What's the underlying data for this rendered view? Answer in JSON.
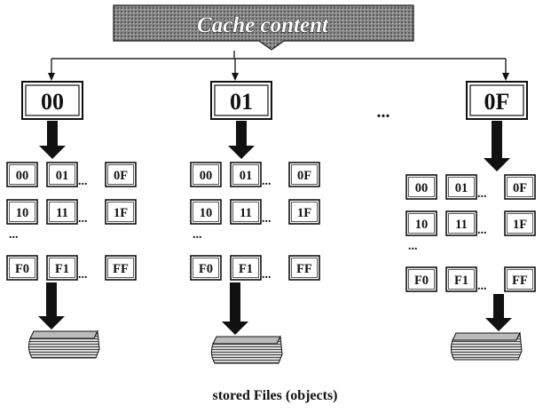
{
  "root": {
    "label": "Cache content"
  },
  "mid_ellipsis": "...",
  "directories": [
    {
      "label": "00",
      "rows": [
        {
          "cells": [
            "00",
            "01",
            "0F"
          ],
          "sep": "..."
        },
        {
          "cells": [
            "10",
            "11",
            "1F"
          ],
          "sep": "..."
        },
        {
          "cells": [
            "F0",
            "F1",
            "FF"
          ],
          "sep": "..."
        }
      ],
      "row_ellipsis": "..."
    },
    {
      "label": "01",
      "rows": [
        {
          "cells": [
            "00",
            "01",
            "0F"
          ],
          "sep": "..."
        },
        {
          "cells": [
            "10",
            "11",
            "1F"
          ],
          "sep": "..."
        },
        {
          "cells": [
            "F0",
            "F1",
            "FF"
          ],
          "sep": "..."
        }
      ],
      "row_ellipsis": "..."
    },
    {
      "label": "0F",
      "rows": [
        {
          "cells": [
            "00",
            "01",
            "0F"
          ],
          "sep": "..."
        },
        {
          "cells": [
            "10",
            "11",
            "1F"
          ],
          "sep": "..."
        },
        {
          "cells": [
            "F0",
            "F1",
            "FF"
          ],
          "sep": "..."
        }
      ],
      "row_ellipsis": "..."
    }
  ],
  "footer": {
    "label": "stored Files (objects)"
  },
  "icons": [
    "down-arrow-icon",
    "disk-storage-icon"
  ]
}
